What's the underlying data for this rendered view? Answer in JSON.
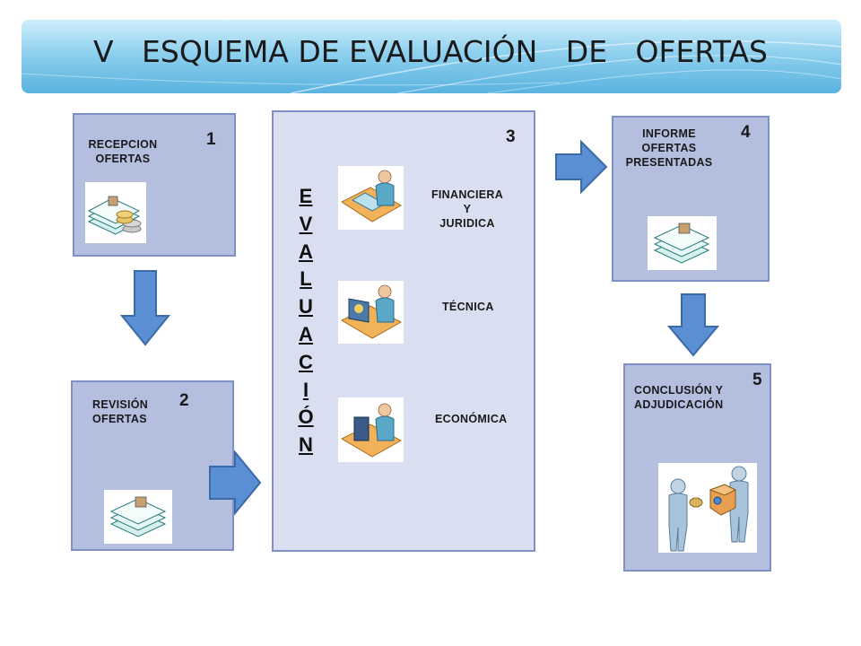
{
  "title": "V   ESQUEMA DE EVALUACIÓN   DE   OFERTAS",
  "steps": [
    {
      "number": "1",
      "label_lines": [
        "RECEPCION",
        "OFERTAS"
      ]
    },
    {
      "number": "2",
      "label_lines": [
        "REVISIÓN",
        "OFERTAS"
      ]
    },
    {
      "number": "3",
      "vertical_word": [
        "E",
        "V",
        "A",
        "L",
        "U",
        "A",
        "C",
        "I",
        "Ó",
        "N"
      ],
      "items": [
        {
          "label_lines": [
            "FINANCIERA",
            "Y",
            "JURIDICA"
          ],
          "icon": "person-at-computer-icon"
        },
        {
          "label_lines": [
            "TÉCNICA"
          ],
          "icon": "person-at-monitor-icon"
        },
        {
          "label_lines": [
            "ECONÓMICA"
          ],
          "icon": "person-at-desk-icon"
        }
      ]
    },
    {
      "number": "4",
      "label_lines": [
        "INFORME",
        "OFERTAS",
        "PRESENTADAS"
      ]
    },
    {
      "number": "5",
      "label_lines": [
        "CONCLUSIÓN Y",
        "ADJUDICACIÓN"
      ]
    }
  ],
  "colors": {
    "box_fill": "#b4bfe0",
    "box_border": "#7f90c6",
    "central_box_fill": "#d9dff0",
    "arrow_fill": "#5b8fd3",
    "banner": "#8fd0ee"
  }
}
